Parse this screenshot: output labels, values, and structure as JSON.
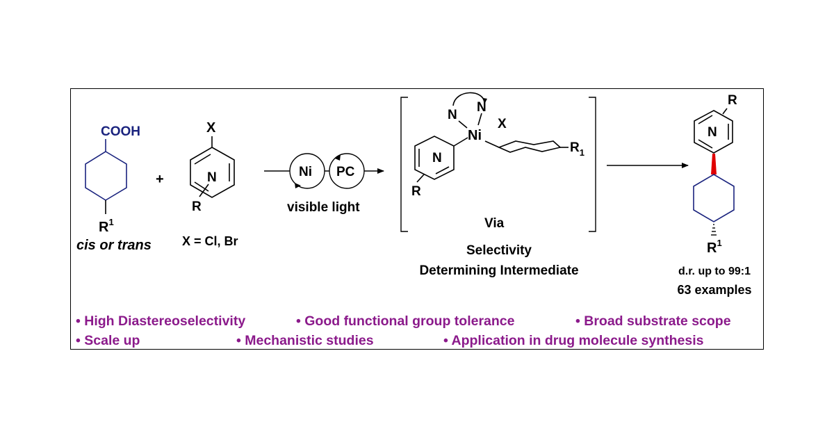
{
  "acid": {
    "group": "COOH",
    "substituent": "R",
    "substituent_sup": "1",
    "stereo_note": "cis or trans"
  },
  "plus": "+",
  "pyridine": {
    "halogen": "X",
    "n_atom": "N",
    "substituent": "R",
    "halogen_note": "X = Cl, Br"
  },
  "catalysis": {
    "metal": "Ni",
    "photocat": "PC",
    "condition": "visible light"
  },
  "intermediate": {
    "ligand_n1": "N",
    "ligand_n2": "N",
    "metal": "Ni",
    "halide": "X",
    "pyr_n": "N",
    "pyr_r": "R",
    "alkyl_r": "R",
    "alkyl_r_sub": "1",
    "via": "Via",
    "caption_line1": "Selectivity",
    "caption_line2": "Determining Intermediate"
  },
  "product": {
    "pyr_r": "R",
    "pyr_n": "N",
    "substituent": "R",
    "substituent_sup": "1",
    "dr": "d.r. up to 99:1",
    "examples": "63 examples"
  },
  "highlights": {
    "row1": [
      "• High Diastereoselectivity",
      "• Good functional group tolerance",
      "• Broad substrate scope"
    ],
    "row2": [
      "• Scale up",
      "• Mechanistic studies",
      "• Application in drug molecule synthesis"
    ]
  },
  "colors": {
    "ring_blue": "#1a237e",
    "highlight_purple": "#8b1a8b",
    "wedge_red": "#e00000",
    "text": "#000000"
  }
}
